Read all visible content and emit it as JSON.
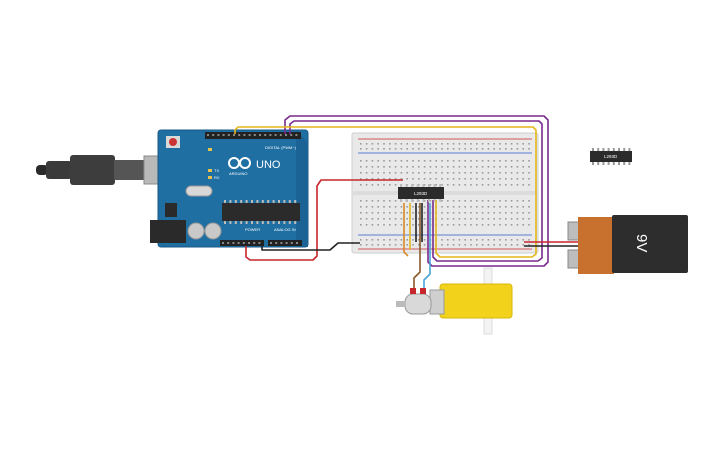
{
  "arduino": {
    "logo_text": "UNO",
    "brand_text": "ARDUINO",
    "digital_label": "DIGITAL (PWM~)",
    "power_label": "POWER",
    "analog_label": "ANALOG IN",
    "tx_label": "TX",
    "rx_label": "RX",
    "board_color": "#1f6fa3"
  },
  "ic": {
    "label": "L293D"
  },
  "loose_ic": {
    "label": "L293D"
  },
  "battery": {
    "label": "9V",
    "body_color": "#2d2d2d",
    "cap_color": "#c8712e"
  },
  "motor": {
    "body_color": "#f2d21b"
  },
  "wires": {
    "purple": "#7a2a8e",
    "yellow": "#e4b61a",
    "red": "#c8262b",
    "black": "#222222",
    "orange": "#d98a24",
    "brown": "#8a5a2b",
    "blue": "#4aa3d8"
  }
}
